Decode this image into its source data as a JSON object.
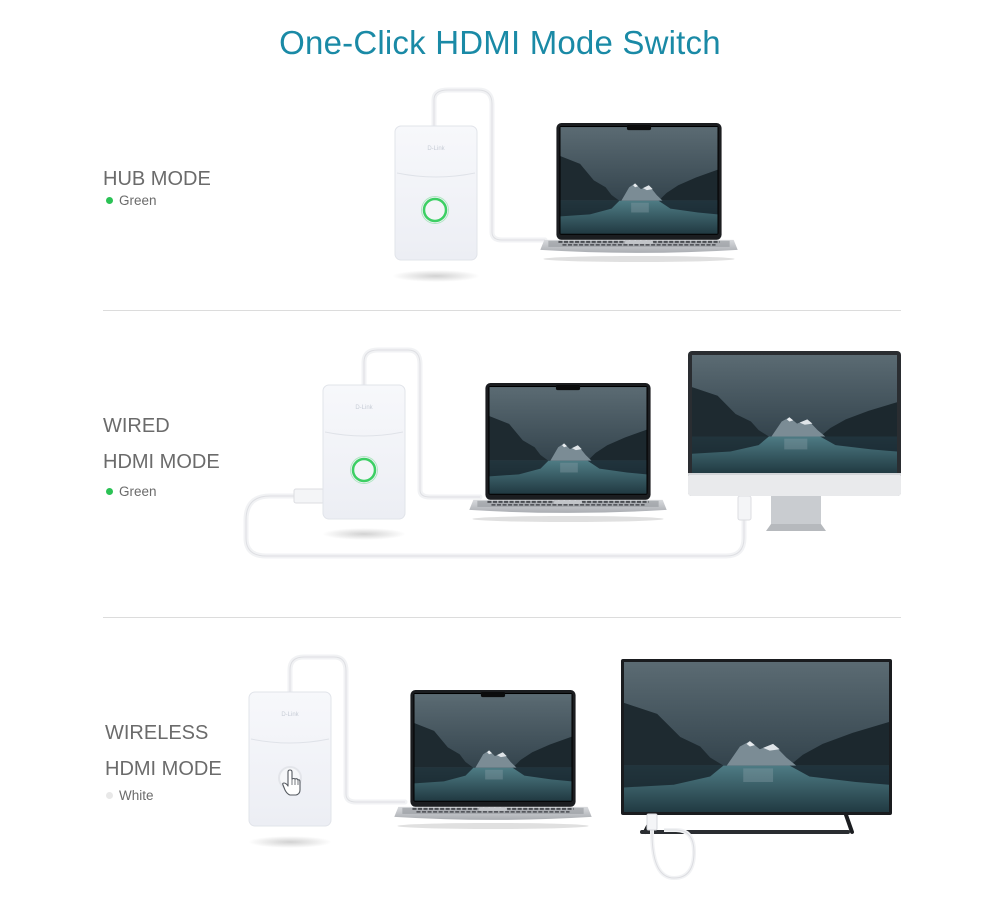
{
  "title": "One-Click HDMI Mode Switch",
  "colors": {
    "title": "#1a8aa6",
    "label": "#6b6b6b",
    "green": "#2bc255",
    "white_dot": "#e8e8e8"
  },
  "modes": [
    {
      "lines": [
        "HUB MODE"
      ],
      "status": "Green",
      "status_color": "green"
    },
    {
      "lines": [
        "WIRED",
        "HDMI MODE"
      ],
      "status": "Green",
      "status_color": "green"
    },
    {
      "lines": [
        "WIRELESS",
        "HDMI MODE"
      ],
      "status": "White",
      "status_color": "white"
    }
  ],
  "device_brand": "D-Link"
}
